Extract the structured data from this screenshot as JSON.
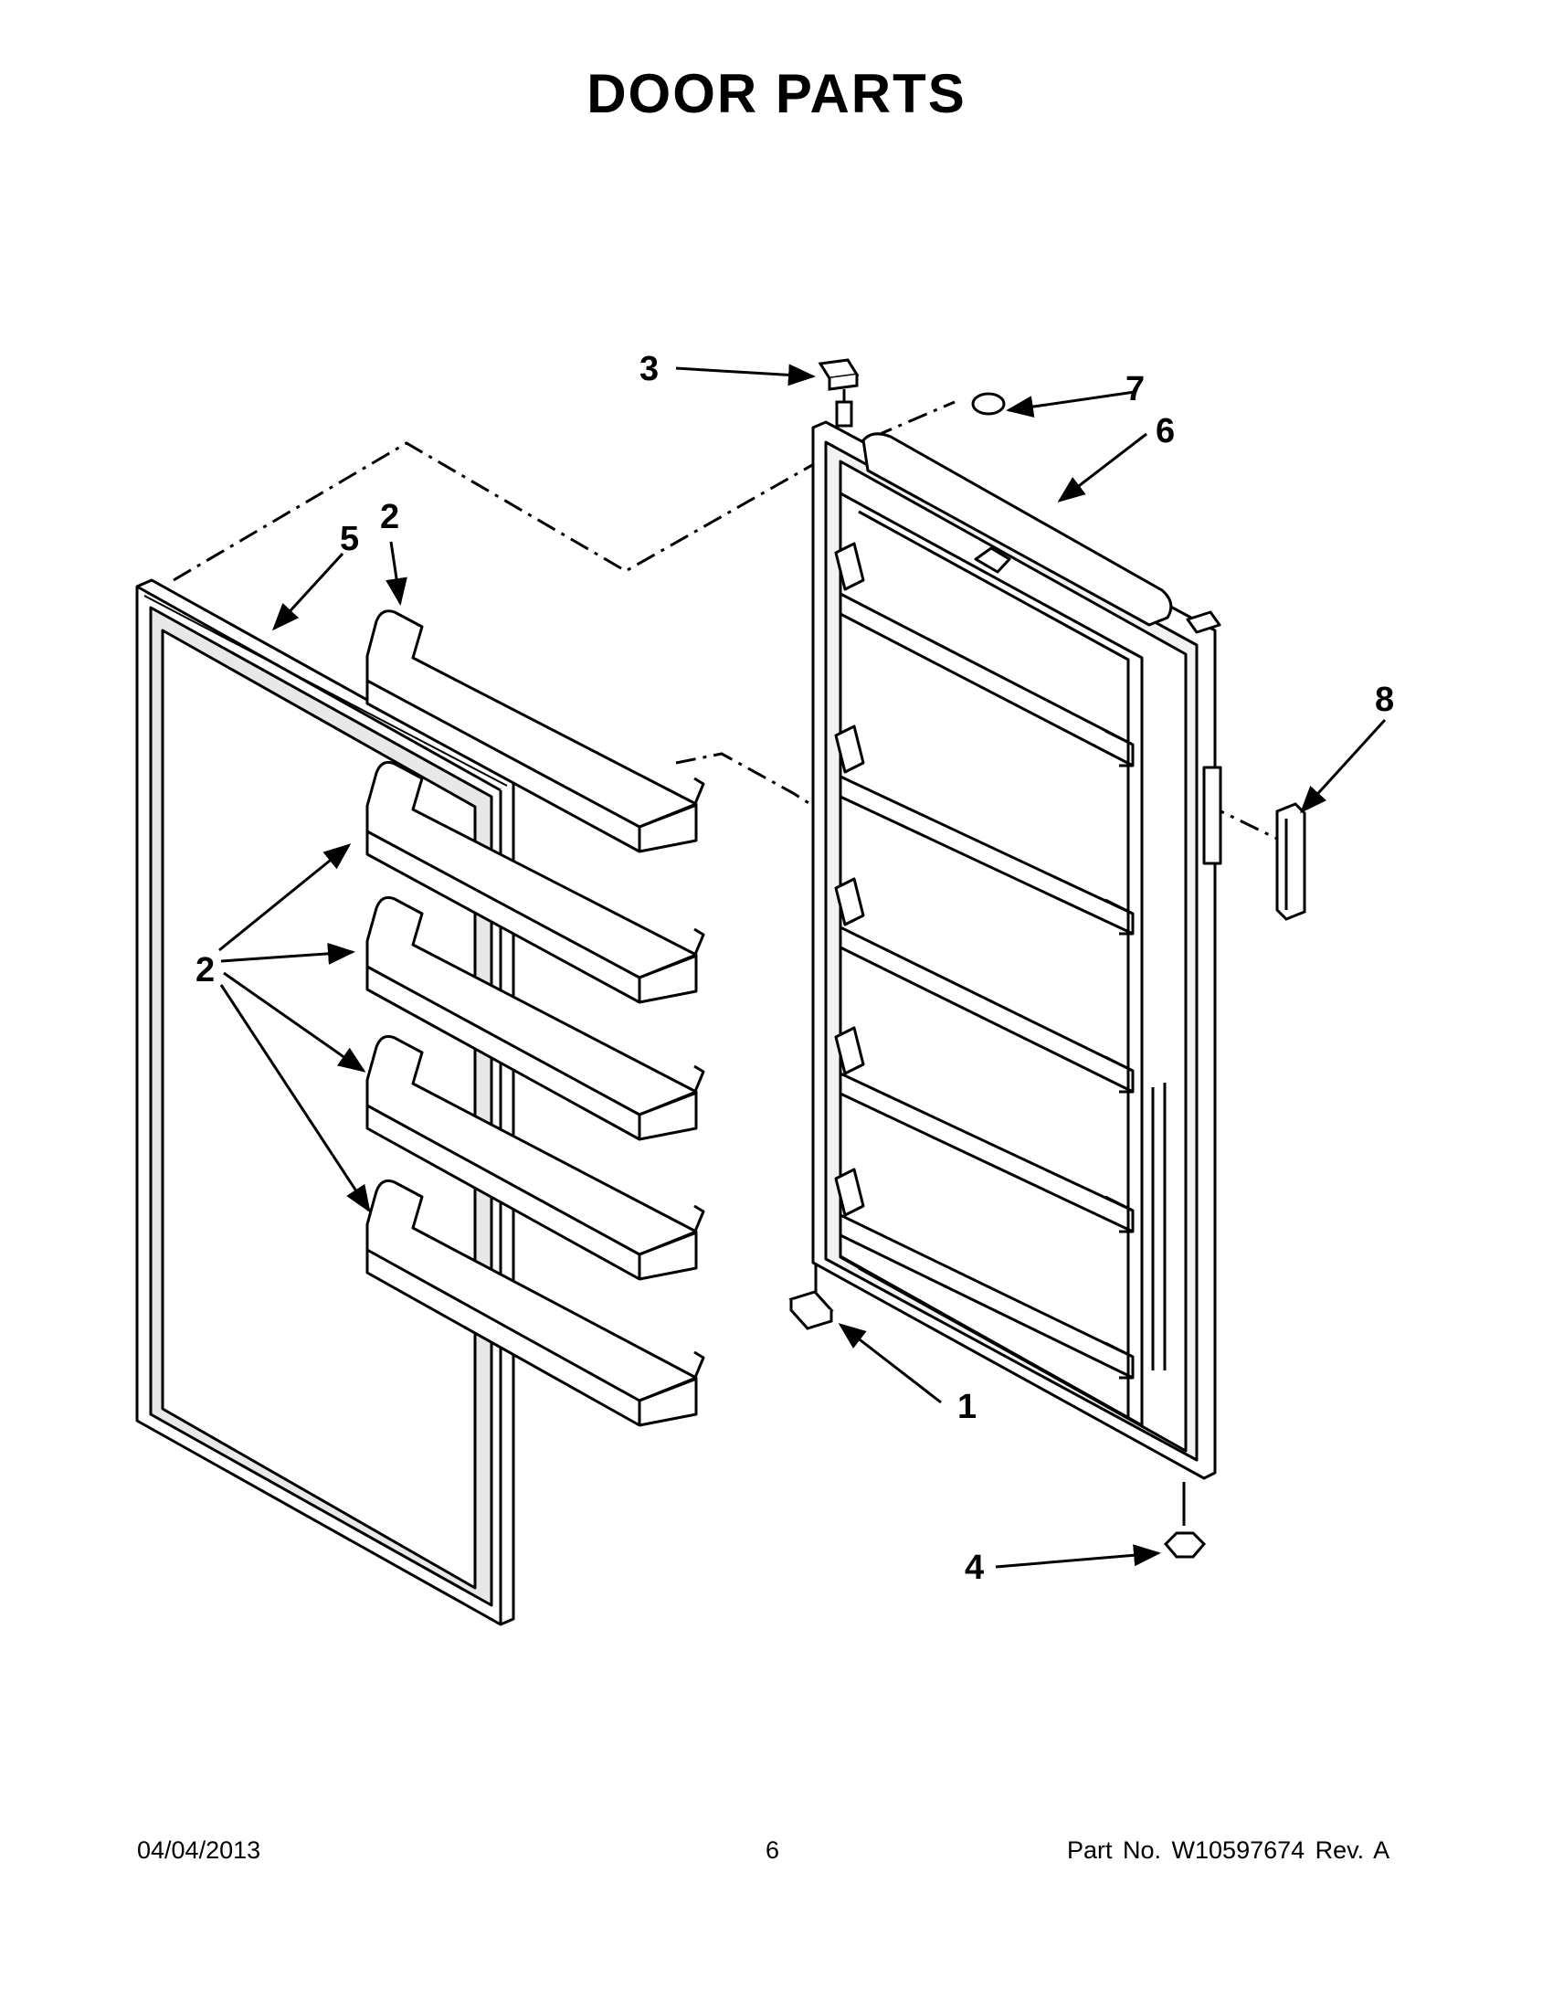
{
  "title": "DOOR PARTS",
  "callouts": {
    "c1": "1",
    "c2_top": "2",
    "c2_group": "2",
    "c3": "3",
    "c4": "4",
    "c5": "5",
    "c6": "6",
    "c7": "7",
    "c8": "8"
  },
  "footer": {
    "date": "04/04/2013",
    "page": "6",
    "part": "Part No.  W10597674  Rev.  A"
  },
  "colors": {
    "ink": "#000000",
    "part_fill": "#ffffff",
    "shade": "#e4e4e4"
  }
}
